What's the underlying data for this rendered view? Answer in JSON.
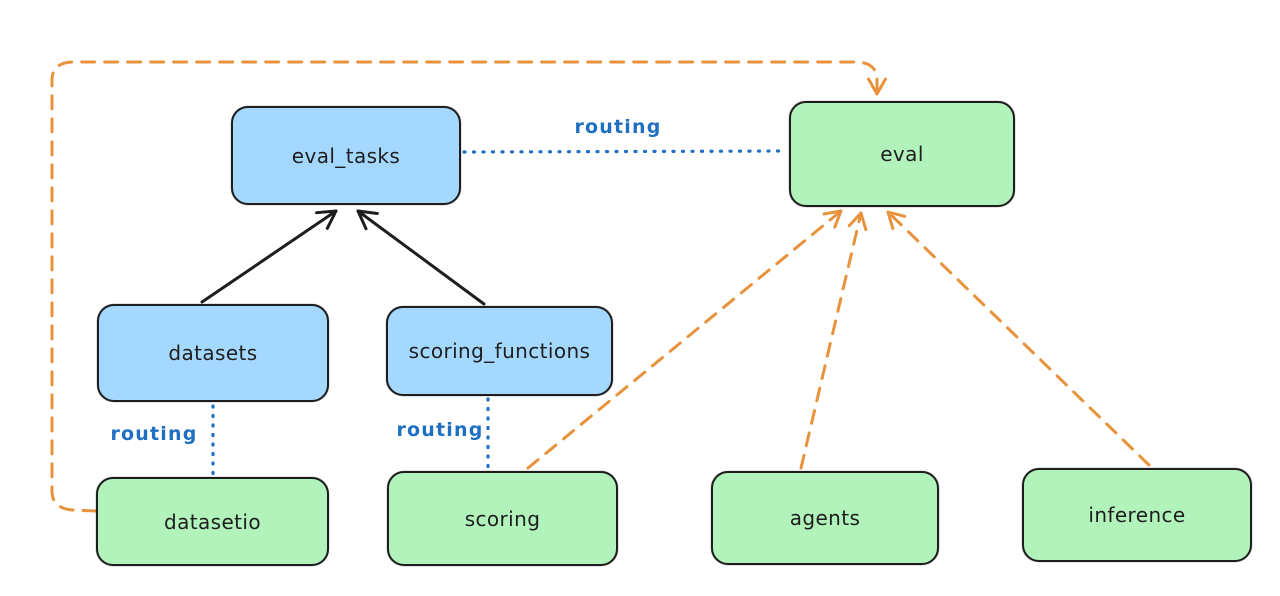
{
  "diagram": {
    "colors": {
      "node_stroke": "#1e1e1e",
      "api_fill": "#a5d8ff",
      "provider_fill": "#b2f2bb",
      "routing_line": "#1f6fc2",
      "dashed_arrow": "#e8923c",
      "solid_arrow": "#1e1e1e",
      "bg": "#ffffff"
    },
    "nodes": {
      "eval_tasks": {
        "label": "eval_tasks",
        "kind": "api"
      },
      "eval": {
        "label": "eval",
        "kind": "provider"
      },
      "datasets": {
        "label": "datasets",
        "kind": "api"
      },
      "scoring_functions": {
        "label": "scoring_functions",
        "kind": "api"
      },
      "datasetio": {
        "label": "datasetio",
        "kind": "provider"
      },
      "scoring": {
        "label": "scoring",
        "kind": "provider"
      },
      "agents": {
        "label": "agents",
        "kind": "provider"
      },
      "inference": {
        "label": "inference",
        "kind": "provider"
      }
    },
    "edges": [
      {
        "from": "datasets",
        "to": "eval_tasks",
        "style": "solid-black-arrow",
        "label": ""
      },
      {
        "from": "scoring_functions",
        "to": "eval_tasks",
        "style": "solid-black-arrow",
        "label": ""
      },
      {
        "from": "eval_tasks",
        "to": "eval",
        "style": "dotted-blue",
        "label": "routing"
      },
      {
        "from": "datasets",
        "to": "datasetio",
        "style": "dotted-blue",
        "label": "routing"
      },
      {
        "from": "scoring_functions",
        "to": "scoring",
        "style": "dotted-blue",
        "label": "routing"
      },
      {
        "from": "datasetio",
        "to": "eval",
        "style": "dashed-orange-arrow",
        "label": ""
      },
      {
        "from": "scoring",
        "to": "eval",
        "style": "dashed-orange-arrow",
        "label": ""
      },
      {
        "from": "agents",
        "to": "eval",
        "style": "dashed-orange-arrow",
        "label": ""
      },
      {
        "from": "inference",
        "to": "eval",
        "style": "dashed-orange-arrow",
        "label": ""
      }
    ]
  }
}
